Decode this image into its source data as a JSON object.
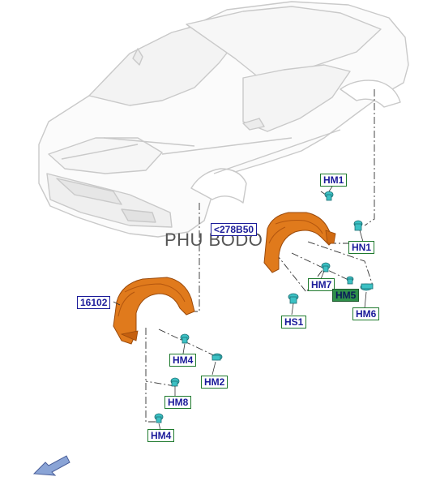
{
  "watermark": "PHU BODO",
  "callouts": {
    "hm1": "HM1",
    "part_278b50": "<278B50",
    "hn1": "HN1",
    "hm7": "HM7",
    "hm5": "HM5",
    "hm6": "HM6",
    "hs1": "HS1",
    "part_16102": "16102",
    "hm4_upper": "HM4",
    "hm2": "HM2",
    "hm8": "HM8",
    "hm4_lower": "HM4"
  },
  "colors": {
    "liner": "#e07a1c",
    "liner_dark": "#9a4a0c",
    "fastener": "#3cc1c4",
    "car_line": "#c8c8c8",
    "leader": "#333333"
  },
  "icons": {
    "direction_arrow": "front-direction-arrow-icon"
  }
}
